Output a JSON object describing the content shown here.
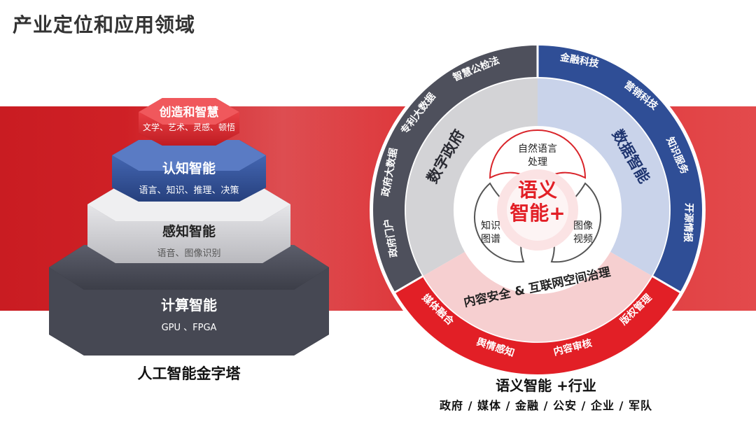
{
  "page_title": "产业定位和应用领域",
  "pyramid": {
    "caption": "人工智能金字塔",
    "tiers": [
      {
        "title": "创造和智慧",
        "subtitle": "文学、艺术、灵感、顿悟",
        "color": "#d9242a"
      },
      {
        "title": "认知智能",
        "subtitle": "语言、知识、推理、决策",
        "color": "#2f4e96"
      },
      {
        "title": "感知智能",
        "subtitle": "语音、图像识别",
        "color": "#c8c8cc"
      },
      {
        "title": "计算智能",
        "subtitle": "GPU 、FPGA",
        "color": "#4a4c59"
      }
    ]
  },
  "wheel": {
    "core": {
      "line1": "语义",
      "line2": "智能+"
    },
    "petals": {
      "top": {
        "line1": "自然语言",
        "line2": "处理"
      },
      "left": {
        "line1": "知识",
        "line2": "图谱"
      },
      "right": {
        "line1": "图像",
        "line2": "视频"
      }
    },
    "sectors": {
      "gov": {
        "label": "数字政府",
        "color": "#4e505c"
      },
      "data": {
        "label": "数据智能",
        "color": "#2f4e96"
      },
      "content": {
        "label": "内容安全 & 互联网空间治理",
        "color": "#d9242a"
      }
    },
    "outer": {
      "gov": [
        "智慧公检法",
        "专利大数据",
        "政府大数据",
        "政府门户"
      ],
      "data": [
        "金融科技",
        "营销科技",
        "知识服务",
        "开源情报"
      ],
      "content": [
        "媒体融合",
        "舆情感知",
        "内容审核",
        "版权管理"
      ]
    }
  },
  "right_caption": "语义智能 +行业",
  "right_sub": "政府 / 媒体 / 金融 / 公安 / 企业 / 军队"
}
